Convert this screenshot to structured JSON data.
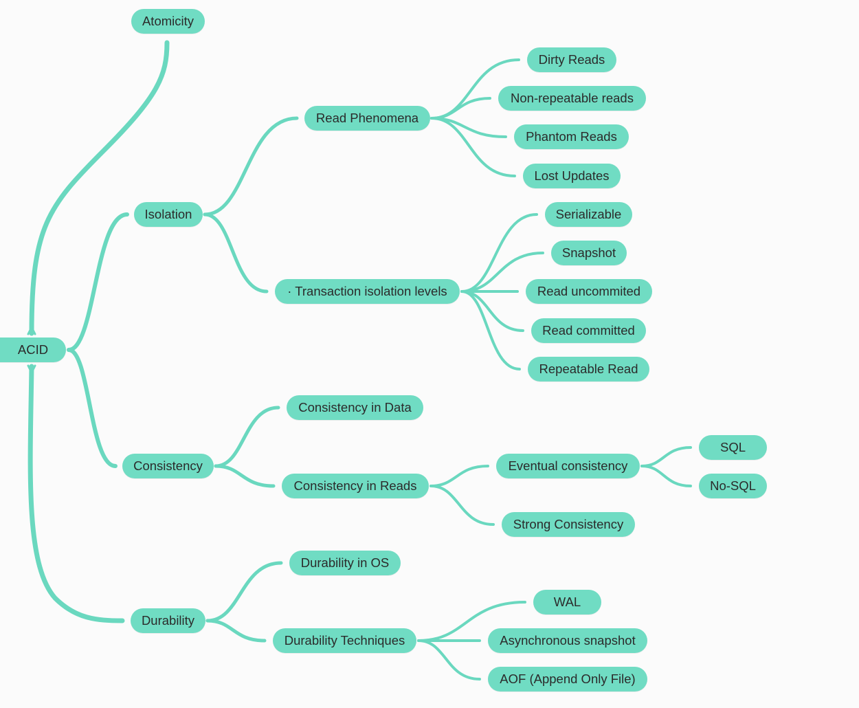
{
  "colors": {
    "node": "#70dcc3",
    "edge": "#6ad8bf",
    "text": "#2b2b2b"
  },
  "mindmap": {
    "root": "ACID",
    "atomicity": "Atomicity",
    "isolation": {
      "label": "Isolation",
      "read_phenomena": {
        "label": "Read Phenomena",
        "items": [
          "Dirty Reads",
          "Non-repeatable reads",
          "Phantom Reads",
          "Lost Updates"
        ]
      },
      "levels": {
        "label": "· Transaction isolation levels",
        "items": [
          "Serializable",
          "Snapshot",
          "Read uncommited",
          "Read committed",
          "Repeatable Read"
        ]
      }
    },
    "consistency": {
      "label": "Consistency",
      "data": "Consistency in Data",
      "reads": {
        "label": "Consistency in Reads",
        "eventual": {
          "label": "Eventual consistency",
          "items": [
            "SQL",
            "No-SQL"
          ]
        },
        "strong": "Strong Consistency"
      }
    },
    "durability": {
      "label": "Durability",
      "os": "Durability in OS",
      "techniques": {
        "label": "Durability Techniques",
        "items": [
          "WAL",
          "Asynchronous snapshot",
          "AOF (Append Only File)"
        ]
      }
    }
  }
}
